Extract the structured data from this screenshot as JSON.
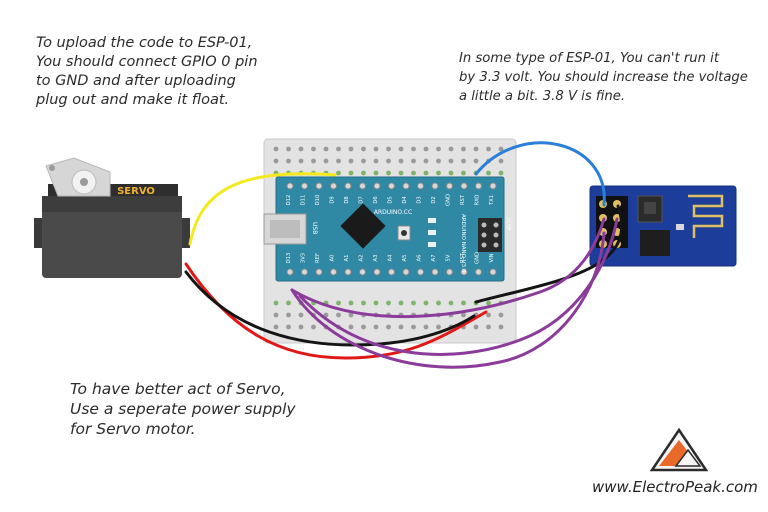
{
  "notes": {
    "upload": "To upload the code to ESP-01,\nYou should connect GPIO 0 pin\nto GND and after uploading\nplug out and make it float.",
    "voltage": "In some type of ESP-01, You can't run it\nby 3.3 volt. You should increase the voltage\na little a bit. 3.8 V is fine.",
    "servo_power": "To have better act of Servo,\nUse a seperate power supply\nfor Servo motor."
  },
  "servo": {
    "label": "SERVO"
  },
  "arduino": {
    "top_pins": [
      "D12",
      "D11",
      "D10",
      "D9",
      "D8",
      "D7",
      "D6",
      "D5",
      "D4",
      "D3",
      "D2",
      "GND",
      "RST",
      "RXO",
      "TX1"
    ],
    "bottom_pins": [
      "D13",
      "3V3",
      "REF",
      "A0",
      "A1",
      "A2",
      "A3",
      "A4",
      "A5",
      "A6",
      "A7",
      "5V",
      "RST",
      "GND",
      "VIN"
    ],
    "usb_label": "USB",
    "brand": "ARDUINO.CC",
    "model": "ARDUINO NANO V3.0",
    "icsp": "ICSP",
    "side_left": "D13",
    "side_right": "RST"
  },
  "website": "www.ElectroPeak.com",
  "colors": {
    "wire_yellow": "#f2ea1c",
    "wire_blue": "#2a7fd6",
    "wire_purple": "#8b3c9a",
    "wire_red": "#e01818",
    "wire_black": "#141414",
    "nano_board": "#2f88a4",
    "esp_board": "#1c3d9a",
    "logo_orange": "#e8692a"
  }
}
